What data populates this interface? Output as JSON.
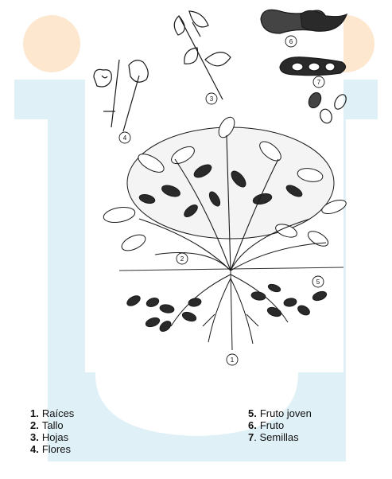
{
  "legend": {
    "left": [
      {
        "number": "1.",
        "label": "Raíces"
      },
      {
        "number": "2.",
        "label": "Tallo"
      },
      {
        "number": "3.",
        "label": "Hojas"
      },
      {
        "number": "4.",
        "label": "Flores"
      }
    ],
    "right": [
      {
        "number": "5.",
        "label": "Fruto joven"
      },
      {
        "number": "6.",
        "label": "Fruto"
      },
      {
        "number": "7",
        "label": ". Semillas"
      }
    ]
  },
  "callouts": [
    "1",
    "2",
    "3",
    "4",
    "5",
    "6",
    "7"
  ],
  "colors": {
    "watermark": "#dff0f7",
    "watermark_orange": "#fde7cf",
    "ink": "#1a1a1a"
  }
}
